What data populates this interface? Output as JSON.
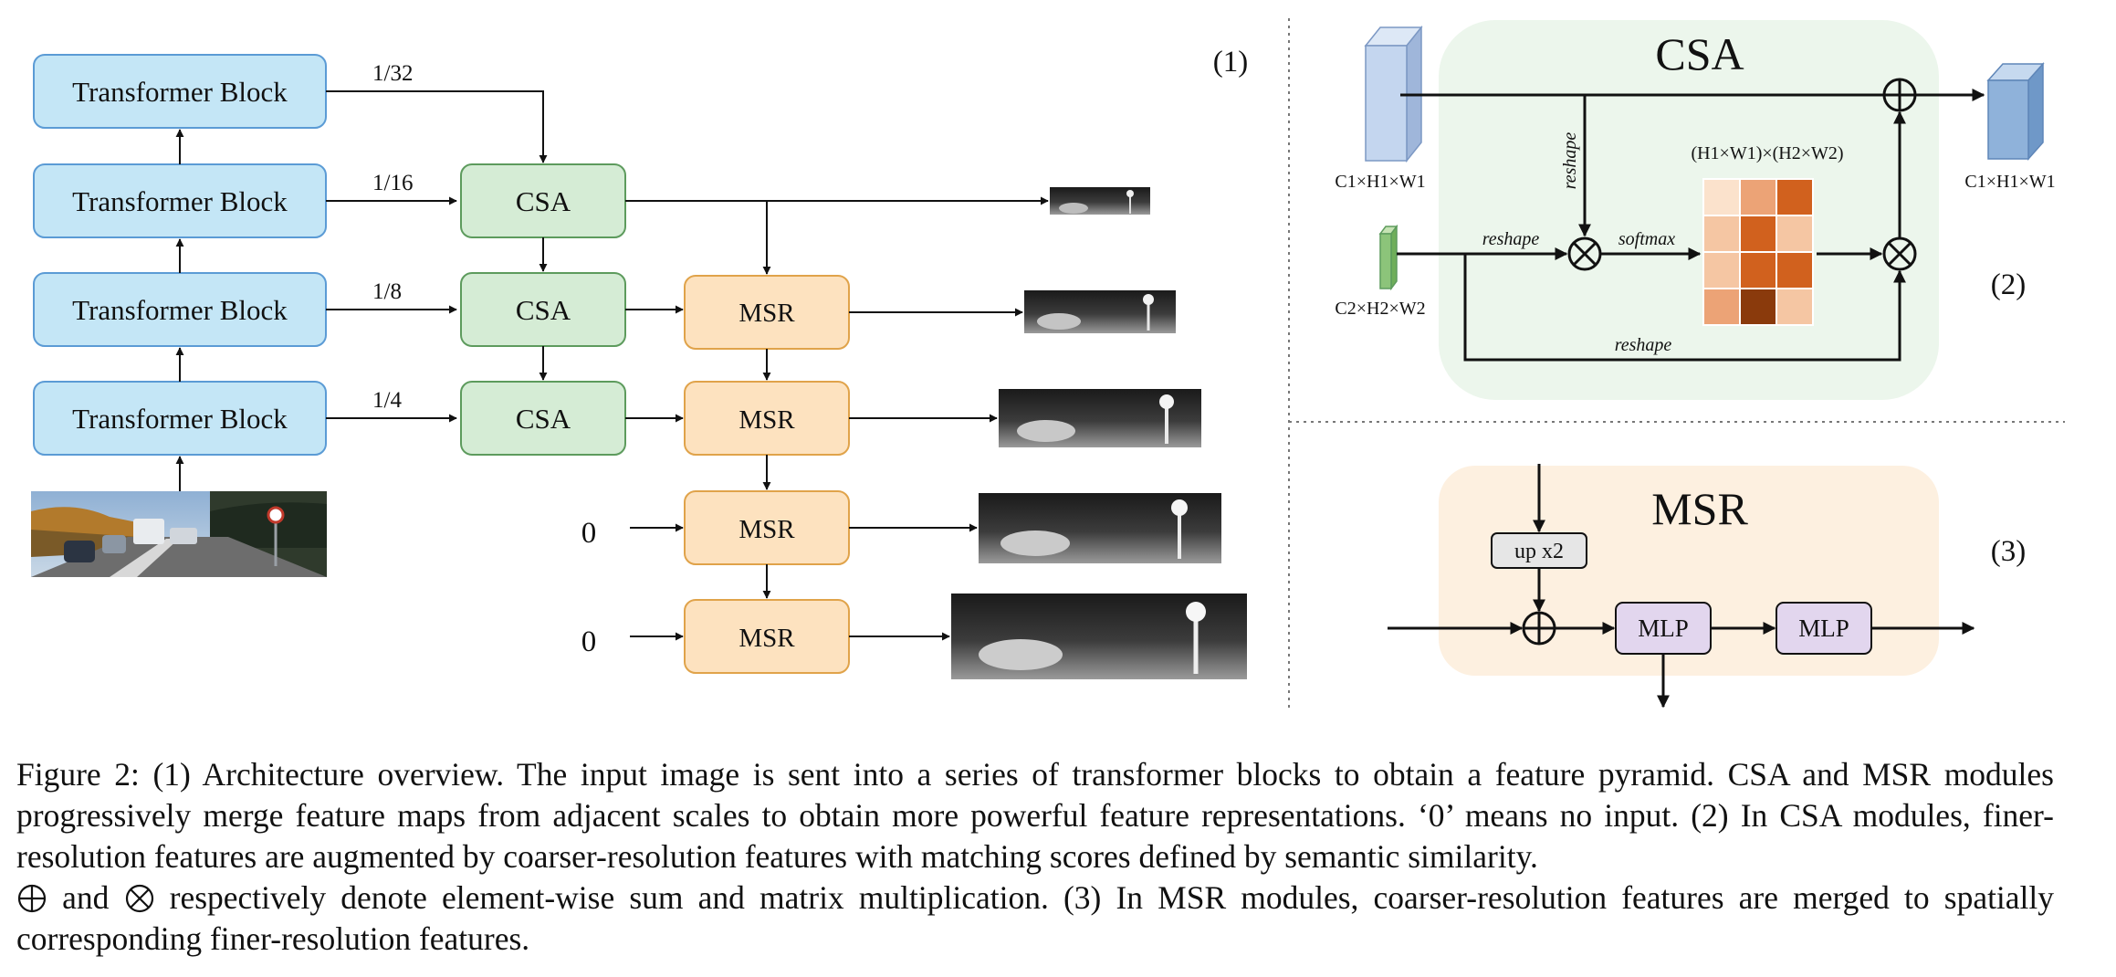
{
  "panel_labels": {
    "p1": "(1)",
    "p2": "(2)",
    "p3": "(3)"
  },
  "transformer_blocks": [
    "Transformer Block",
    "Transformer Block",
    "Transformer Block",
    "Transformer Block"
  ],
  "scales": [
    "1/32",
    "1/16",
    "1/8",
    "1/4"
  ],
  "csa_boxes": [
    "CSA",
    "CSA",
    "CSA"
  ],
  "msr_boxes": [
    "MSR",
    "MSR",
    "MSR",
    "MSR"
  ],
  "zero_inputs": [
    "0",
    "0"
  ],
  "csa_detail": {
    "title": "CSA",
    "input1_dims": "C1×H1×W1",
    "input2_dims": "C2×H2×W2",
    "output_dims": "C1×H1×W1",
    "matrix_dims": "(H1×W1)×(H2×W2)",
    "reshape_vertical": "reshape",
    "reshape_left": "reshape",
    "softmax": "softmax",
    "reshape_bottom": "reshape"
  },
  "msr_detail": {
    "title": "MSR",
    "upsample": "up x2",
    "mlp1": "MLP",
    "mlp2": "MLP"
  },
  "caption": {
    "part1": "Figure 2: (1) Architecture overview. The input image is sent into a series of transformer blocks to obtain a feature pyramid. CSA and MSR modules progressively merge feature maps from adjacent scales to obtain more powerful feature representations. ‘0’ means no input. (2) In CSA modules, finer-resolution features are augmented by coarser-resolution features with matching scores defined by semantic similarity.",
    "and_word": "and",
    "part2": "respectively denote element-wise sum and matrix multiplication. (3) In MSR modules, coarser-resolution features are merged to spatially corresponding finer-resolution features."
  },
  "colors": {
    "transformer_fill": "#c4e6f6",
    "transformer_stroke": "#5b9bd5",
    "csa_fill": "#d5ecd5",
    "csa_stroke": "#5d9b5d",
    "msr_fill": "#fde2bf",
    "msr_stroke": "#e0a34a",
    "mlp_fill": "#e2d6ee",
    "csa_panel_bg": "#ecf6ec",
    "msr_panel_bg": "#fdf0e0"
  }
}
